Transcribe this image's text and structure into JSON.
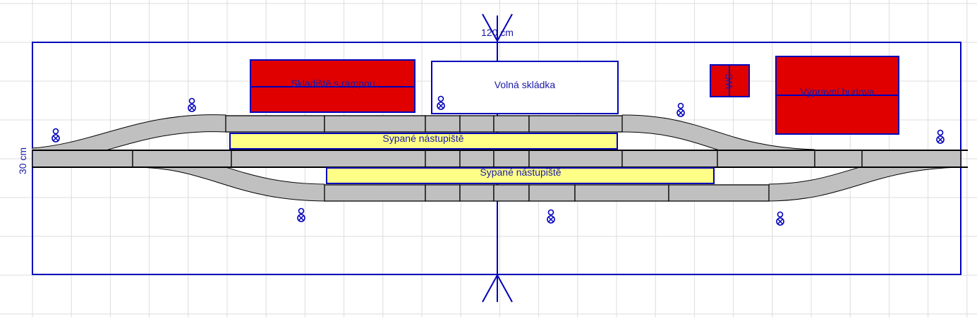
{
  "dimensions": {
    "width_label": "120 cm",
    "height_label": "30 cm"
  },
  "buildings": {
    "warehouse": "Skladiště s rampou",
    "open_storage": "Volná skládka",
    "toilet": "WC",
    "station_building": "Výpravní budova"
  },
  "platforms": {
    "upper": "Sypané nástupiště",
    "lower": "Sypané nástupiště"
  },
  "colors": {
    "grid": "#d9d9d9",
    "outline": "#0000bb",
    "building_fill": "#e00000",
    "platform_fill": "#ffff88",
    "track_fill": "#c0c0c0",
    "track_edge": "#000000",
    "label": "#1a1aa6"
  },
  "icons": [
    "signal-icon"
  ]
}
